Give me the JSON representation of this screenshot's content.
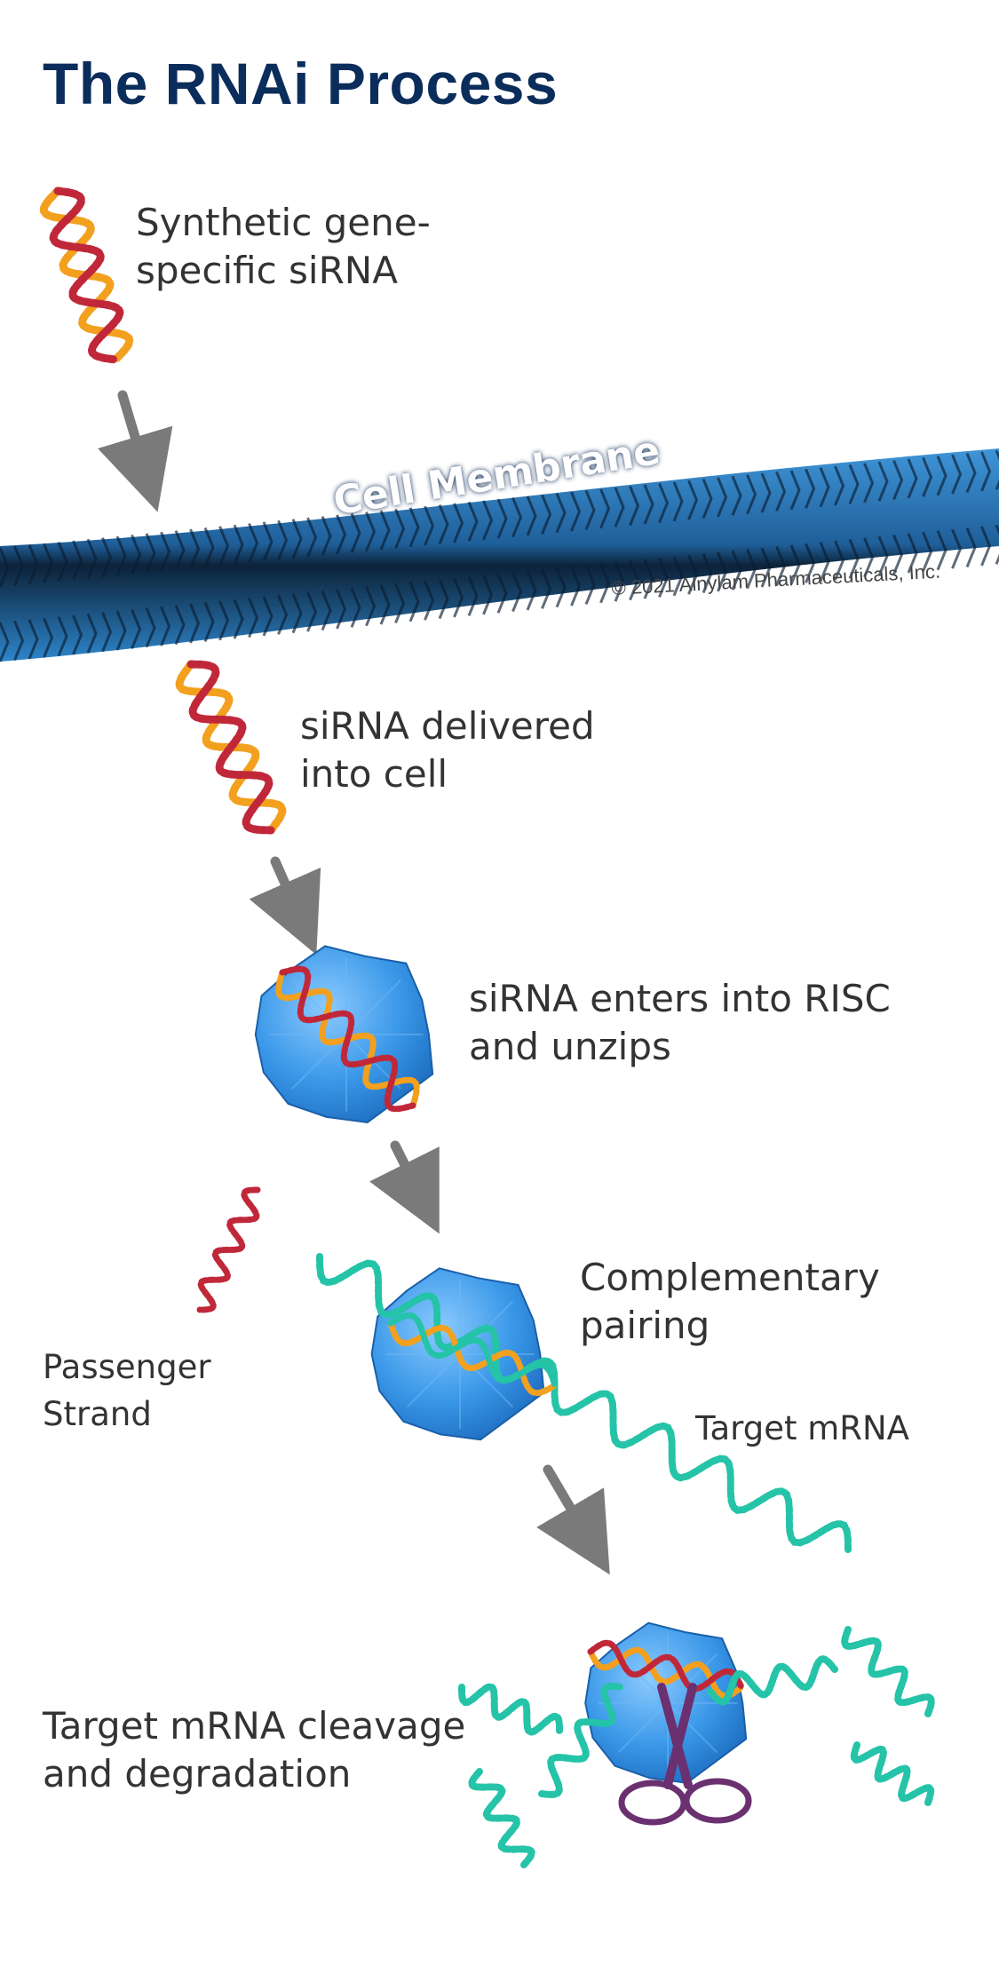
{
  "title": "The RNAi Process",
  "membrane": {
    "label": "Cell Membrane",
    "copyright": "© 2021 Alnylam Pharmaceuticals, Inc."
  },
  "steps": [
    {
      "id": "siRNA-synthetic",
      "text": "Synthetic gene-\nspecific siRNA"
    },
    {
      "id": "delivered",
      "text": "siRNA delivered\ninto cell"
    },
    {
      "id": "risc",
      "text": "siRNA enters into RISC\nand unzips"
    },
    {
      "id": "pairing",
      "text": "Complementary\npairing"
    },
    {
      "id": "cleavage",
      "text": "Target mRNA cleavage\nand degradation"
    }
  ],
  "side_labels": {
    "passenger": "Passenger\nStrand",
    "target": "Target mRNA"
  },
  "colors": {
    "title": "#0b2d5b",
    "strand_orange": "#f2a01e",
    "strand_red": "#c0283a",
    "mrna_teal": "#25c3a8",
    "risc_blue": "#3b9be8",
    "membrane_blue": "#2f7cc0",
    "arrow_gray": "#7a7a7a",
    "scissors_purple": "#6a3070"
  }
}
